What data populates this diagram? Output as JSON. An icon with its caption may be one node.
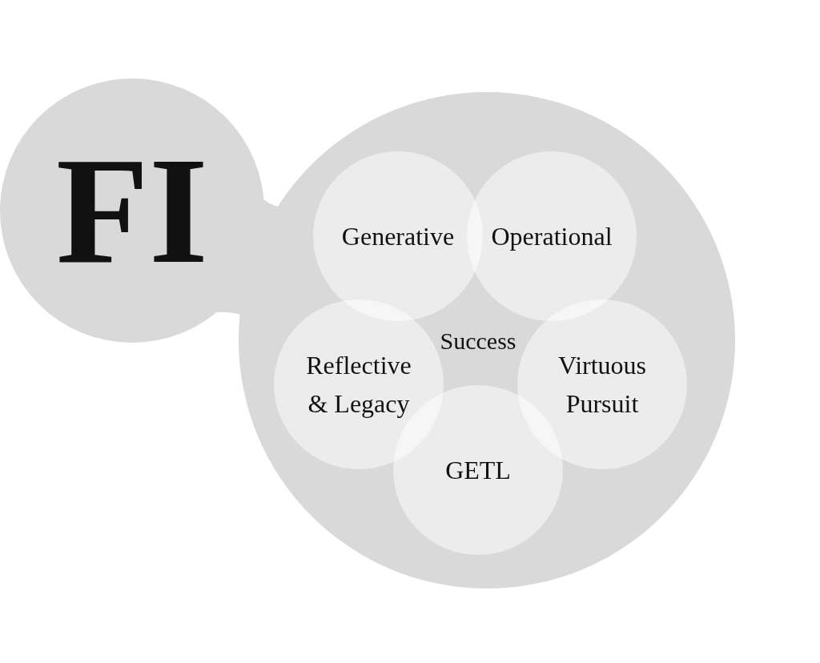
{
  "diagram": {
    "nodes": [
      {
        "text": [
          "FI"
        ]
      },
      {
        "text": [
          "Success"
        ]
      },
      {
        "text": [
          "Generative"
        ],
        "in": 1
      },
      {
        "text": [
          "Operational"
        ],
        "in": 1
      },
      {
        "text": [
          "Reflective & Legacy"
        ],
        "in": 1
      },
      {
        "text": [
          "Virtuous Pursuit"
        ],
        "in": 1
      },
      {
        "text": [
          "GETL"
        ],
        "in": 1
      }
    ]
  }
}
